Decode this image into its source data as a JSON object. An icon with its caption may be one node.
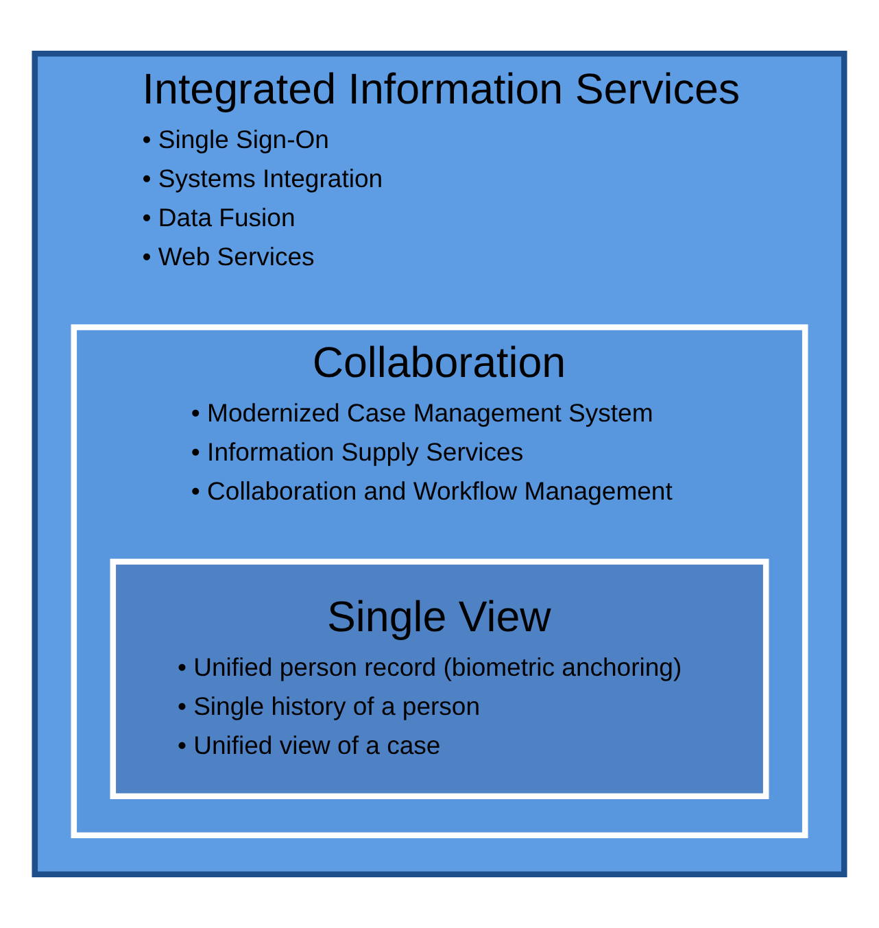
{
  "diagram": {
    "nodes": [
      {
        "text": [
          "Integrated Information Services",
          "• Single Sign-On",
          "• Systems Integration",
          "• Data Fusion",
          "• Web Services"
        ]
      },
      {
        "text": [
          "Collaboration",
          "• Modernized Case Management System",
          "• Information Supply Services",
          "• Collaboration and Workflow Management"
        ],
        "in": 0
      },
      {
        "text": [
          "Single View",
          "• Unified person record (biometric anchoring)",
          "• Single history of a person",
          "• Unified view of a case"
        ],
        "in": 1
      }
    ],
    "edges": []
  }
}
